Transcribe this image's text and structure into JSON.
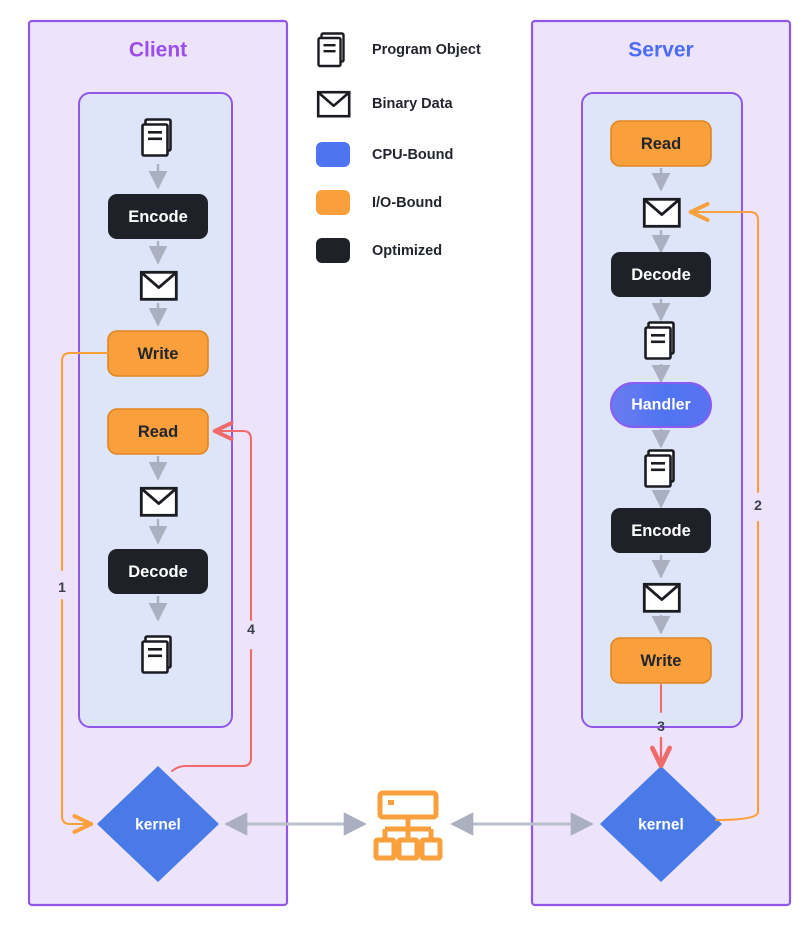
{
  "diagram": {
    "title_client": "Client",
    "title_server": "Server",
    "colors": {
      "panel_fill": "#ede4fb",
      "panel_stroke": "#9156e8",
      "inner_fill": "#dee5f9",
      "inner_stroke": "#9156e8",
      "io_bound": "#f9a03c",
      "io_bound_stroke": "#e08521",
      "cpu_bound": "#4f74f2",
      "cpu_bound_stroke": "#8a5cf0",
      "optimized": "#1f2129",
      "client_title": "#9b4dee",
      "server_title": "#4a6cf7",
      "arrow_gray": "#aab0c0",
      "flow_orange": "#f9a03c",
      "flow_red": "#ef6b6b",
      "network_icon": "#f9a03c",
      "kernel_fill": "#4a7ae8",
      "text_dark": "#22252c",
      "text_light": "#ffffff"
    },
    "legend": [
      {
        "id": "program-object",
        "icon": "document-stack-icon",
        "label": "Program Object",
        "swatch": null
      },
      {
        "id": "binary-data",
        "icon": "envelope-icon",
        "label": "Binary Data",
        "swatch": null
      },
      {
        "id": "cpu-bound",
        "icon": "color-swatch",
        "label": "CPU-Bound",
        "swatch": "#4f74f2"
      },
      {
        "id": "io-bound",
        "icon": "color-swatch",
        "label": "I/O-Bound",
        "swatch": "#f9a03c"
      },
      {
        "id": "optimized",
        "icon": "color-swatch",
        "label": "Optimized",
        "swatch": "#1f2129"
      }
    ],
    "client_flow": [
      {
        "id": "client-object-in",
        "kind": "document-stack-icon",
        "label": ""
      },
      {
        "id": "client-encode",
        "kind": "box",
        "style": "optimized",
        "label": "Encode"
      },
      {
        "id": "client-binary-out",
        "kind": "envelope-icon",
        "label": ""
      },
      {
        "id": "client-write",
        "kind": "box",
        "style": "io-bound",
        "label": "Write"
      },
      {
        "id": "client-read",
        "kind": "box",
        "style": "io-bound",
        "label": "Read"
      },
      {
        "id": "client-binary-in",
        "kind": "envelope-icon",
        "label": ""
      },
      {
        "id": "client-decode",
        "kind": "box",
        "style": "optimized",
        "label": "Decode"
      },
      {
        "id": "client-object-out",
        "kind": "document-stack-icon",
        "label": ""
      }
    ],
    "server_flow": [
      {
        "id": "server-read",
        "kind": "box",
        "style": "io-bound",
        "label": "Read"
      },
      {
        "id": "server-binary-in",
        "kind": "envelope-icon",
        "label": ""
      },
      {
        "id": "server-decode",
        "kind": "box",
        "style": "optimized",
        "label": "Decode"
      },
      {
        "id": "server-object-in",
        "kind": "document-stack-icon",
        "label": ""
      },
      {
        "id": "server-handler",
        "kind": "pill",
        "style": "cpu-bound",
        "label": "Handler"
      },
      {
        "id": "server-object-out",
        "kind": "document-stack-icon",
        "label": ""
      },
      {
        "id": "server-encode",
        "kind": "box",
        "style": "optimized",
        "label": "Encode"
      },
      {
        "id": "server-binary-out",
        "kind": "envelope-icon",
        "label": ""
      },
      {
        "id": "server-write",
        "kind": "box",
        "style": "io-bound",
        "label": "Write"
      }
    ],
    "kernels": [
      {
        "id": "client-kernel",
        "label": "kernel"
      },
      {
        "id": "server-kernel",
        "label": "kernel"
      }
    ],
    "network": {
      "id": "network-icon",
      "label": ""
    },
    "sequence_labels": [
      {
        "id": "seq-1",
        "text": "1",
        "color": "#f9a03c",
        "from": "client-write",
        "to": "client-kernel"
      },
      {
        "id": "seq-2",
        "text": "2",
        "color": "#f9a03c",
        "from": "server-kernel",
        "to": "server-binary-in"
      },
      {
        "id": "seq-3",
        "text": "3",
        "color": "#ef6b6b",
        "from": "server-write",
        "to": "server-kernel"
      },
      {
        "id": "seq-4",
        "text": "4",
        "color": "#ef6b6b",
        "from": "client-kernel",
        "to": "client-read"
      }
    ]
  }
}
